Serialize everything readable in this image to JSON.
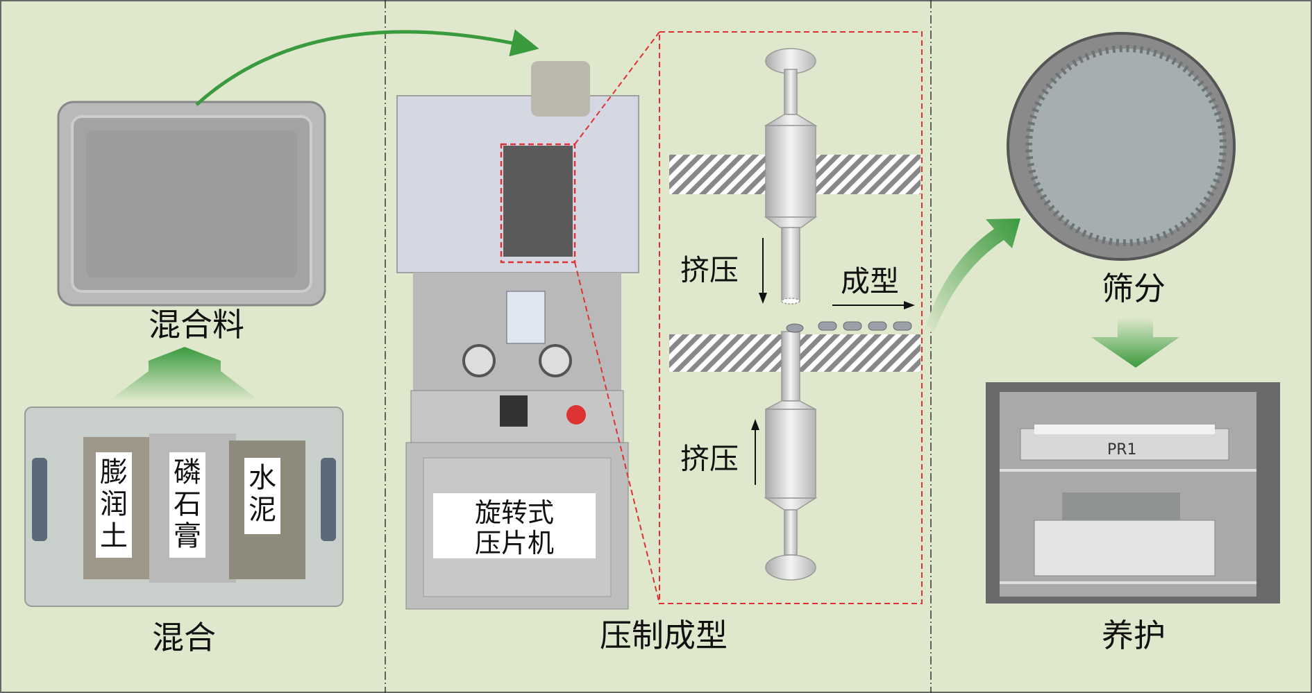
{
  "sections": {
    "mixing": {
      "title": "混合",
      "mixture_label": "混合料",
      "materials": [
        "膨润土",
        "磷石膏",
        "水泥"
      ]
    },
    "pressing": {
      "title": "压制成型",
      "machine_label_line1": "旋转式",
      "machine_label_line2": "压片机",
      "press_top_label": "挤压",
      "press_bottom_label": "挤压",
      "forming_label": "成型"
    },
    "curing": {
      "sieving_label": "筛分",
      "title": "养护",
      "tray_tag": "PR1"
    }
  },
  "colors": {
    "background": "#dfe8cc",
    "arrow_green": "#3a9a3e",
    "highlight_red": "#e03030"
  }
}
